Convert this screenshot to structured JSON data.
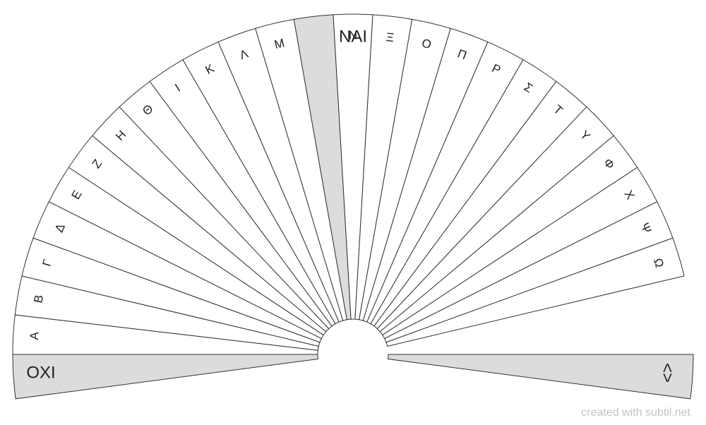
{
  "diagram": {
    "yes_label": "NAI",
    "no_label": "OXI",
    "unknown_label": "<>",
    "letters_left": [
      "Α",
      "Β",
      "Γ",
      "Δ",
      "Ε",
      "Ζ",
      "Η",
      "Θ",
      "Ι",
      "Κ",
      "Λ",
      "Μ"
    ],
    "letters_right": [
      "Ν",
      "Ξ",
      "Ο",
      "Π",
      "Ρ",
      "Σ",
      "Τ",
      "Υ",
      "Φ",
      "Χ",
      "Ψ",
      "Ω"
    ],
    "colors": {
      "highlight": "#dcdcdc",
      "fill": "#ffffff",
      "stroke": "#333333",
      "text": "#222222"
    }
  },
  "footer": {
    "credit": "created with subtil.net"
  }
}
